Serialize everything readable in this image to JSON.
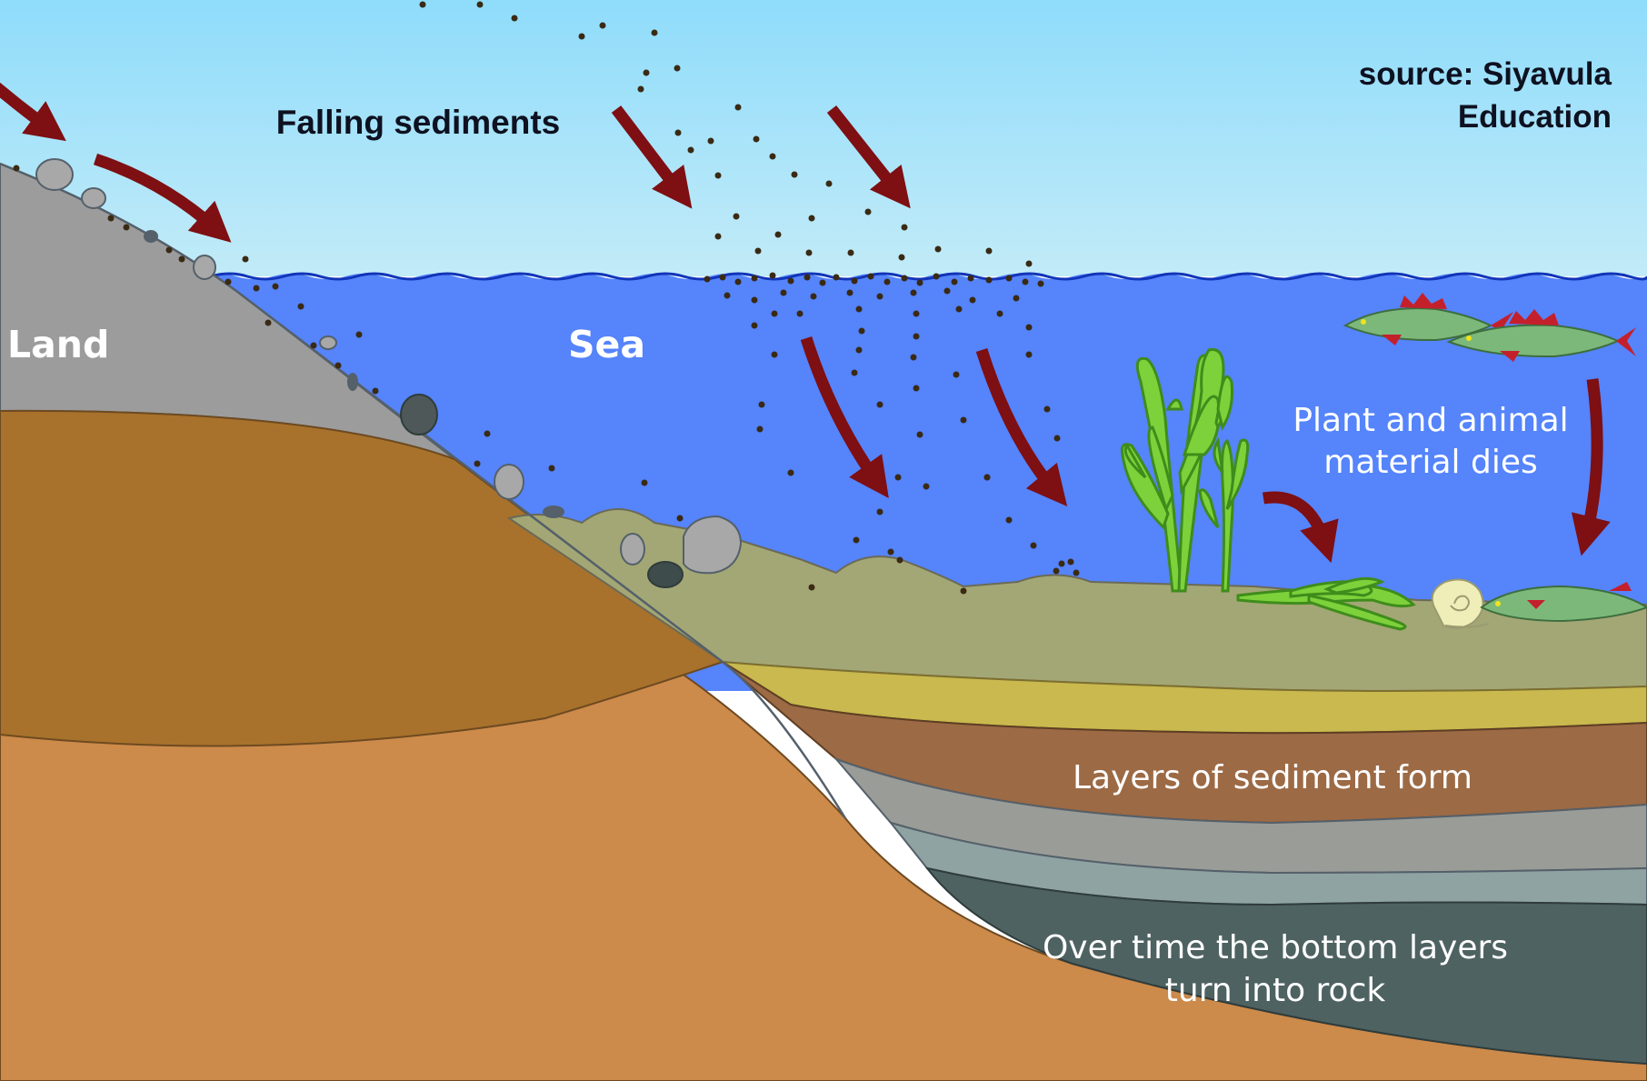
{
  "labels": {
    "falling_sediments": "Falling sediments",
    "source_line1": "source: Siyavula",
    "source_line2": "Education",
    "land": "Land",
    "sea": "Sea",
    "plant_animal_line1": "Plant and animal",
    "plant_animal_line2": "material dies",
    "layers_form": "Layers of sediment form",
    "rock_line1": "Over time the bottom layers",
    "rock_line2": "turn into rock"
  },
  "colors": {
    "sky_top": "#8fdcfb",
    "sky_bottom": "#bfeaf9",
    "sea": "#5584fb",
    "waterline": "#1234b8",
    "land_grey": "#9c9c9c",
    "land_brown": "#a8722c",
    "earth_orange": "#cc8a4b",
    "seabed_olive": "#a3a775",
    "layer_yellow": "#c9b94e",
    "layer_brown": "#9c6a45",
    "layer_grey": "#9a9c98",
    "layer_blue_grey": "#8fa3a3",
    "rock_dark": "#4f6262",
    "arrow": "#7e0f12",
    "sediment_dot": "#3a2a14",
    "plant_green": "#6dbb2a",
    "fish_green": "#7cb87a",
    "fish_fin": "#c4202c"
  }
}
